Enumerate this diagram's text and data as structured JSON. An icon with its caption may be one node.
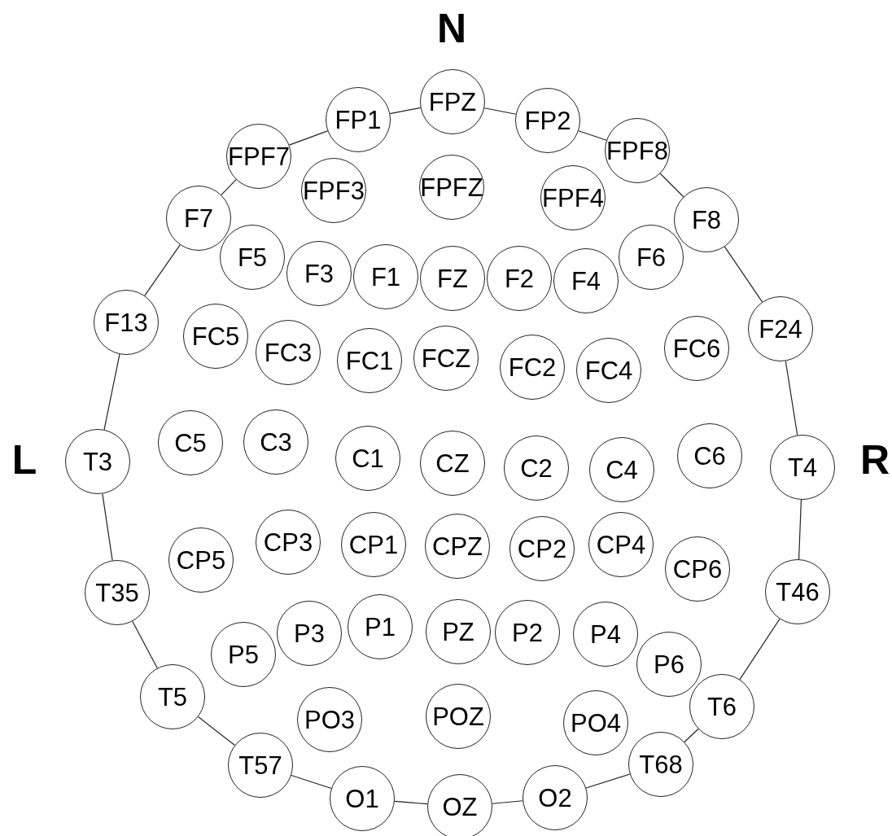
{
  "diagram": {
    "nodes": [
      {
        "text": [
          "FPZ"
        ]
      },
      {
        "text": [
          "FP1"
        ]
      },
      {
        "text": [
          "FP2"
        ]
      },
      {
        "text": [
          "FPF7"
        ]
      },
      {
        "text": [
          "FPF8"
        ]
      },
      {
        "text": [
          "FPF3"
        ]
      },
      {
        "text": [
          "FPFZ"
        ]
      },
      {
        "text": [
          "FPF4"
        ]
      },
      {
        "text": [
          "F7"
        ]
      },
      {
        "text": [
          "F8"
        ]
      },
      {
        "text": [
          "F5"
        ]
      },
      {
        "text": [
          "F3"
        ]
      },
      {
        "text": [
          "F1"
        ]
      },
      {
        "text": [
          "FZ"
        ]
      },
      {
        "text": [
          "F2"
        ]
      },
      {
        "text": [
          "F4"
        ]
      },
      {
        "text": [
          "F6"
        ]
      },
      {
        "text": [
          "F13"
        ]
      },
      {
        "text": [
          "F24"
        ]
      },
      {
        "text": [
          "FC5"
        ]
      },
      {
        "text": [
          "FC3"
        ]
      },
      {
        "text": [
          "FC1"
        ]
      },
      {
        "text": [
          "FCZ"
        ]
      },
      {
        "text": [
          "FC2"
        ]
      },
      {
        "text": [
          "FC4"
        ]
      },
      {
        "text": [
          "FC6"
        ]
      },
      {
        "text": [
          "T3"
        ]
      },
      {
        "text": [
          "C5"
        ]
      },
      {
        "text": [
          "C3"
        ]
      },
      {
        "text": [
          "C1"
        ]
      },
      {
        "text": [
          "CZ"
        ]
      },
      {
        "text": [
          "C2"
        ]
      },
      {
        "text": [
          "C4"
        ]
      },
      {
        "text": [
          "C6"
        ]
      },
      {
        "text": [
          "T4"
        ]
      },
      {
        "text": [
          "CP5"
        ]
      },
      {
        "text": [
          "CP3"
        ]
      },
      {
        "text": [
          "CP1"
        ]
      },
      {
        "text": [
          "CPZ"
        ]
      },
      {
        "text": [
          "CP2"
        ]
      },
      {
        "text": [
          "CP4"
        ]
      },
      {
        "text": [
          "CP6"
        ]
      },
      {
        "text": [
          "T35"
        ]
      },
      {
        "text": [
          "T46"
        ]
      },
      {
        "text": [
          "P5"
        ]
      },
      {
        "text": [
          "P3"
        ]
      },
      {
        "text": [
          "P1"
        ]
      },
      {
        "text": [
          "PZ"
        ]
      },
      {
        "text": [
          "P2"
        ]
      },
      {
        "text": [
          "P4"
        ]
      },
      {
        "text": [
          "P6"
        ]
      },
      {
        "text": [
          "T5"
        ]
      },
      {
        "text": [
          "PO3"
        ]
      },
      {
        "text": [
          "POZ"
        ]
      },
      {
        "text": [
          "PO4"
        ]
      },
      {
        "text": [
          "T6"
        ]
      },
      {
        "text": [
          "T57"
        ]
      },
      {
        "text": [
          "T68"
        ]
      },
      {
        "text": [
          "O1"
        ]
      },
      {
        "text": [
          "OZ"
        ]
      },
      {
        "text": [
          "O2"
        ]
      }
    ],
    "edges": [
      {
        "from": 0,
        "to": 2,
        "arrow": "none"
      },
      {
        "from": 2,
        "to": 4,
        "arrow": "none"
      },
      {
        "from": 4,
        "to": 9,
        "arrow": "none"
      },
      {
        "from": 9,
        "to": 18,
        "arrow": "none"
      },
      {
        "from": 18,
        "to": 34,
        "arrow": "none"
      },
      {
        "from": 34,
        "to": 43,
        "arrow": "none"
      },
      {
        "from": 43,
        "to": 55,
        "arrow": "none"
      },
      {
        "from": 55,
        "to": 57,
        "arrow": "none"
      },
      {
        "from": 57,
        "to": 60,
        "arrow": "none"
      },
      {
        "from": 60,
        "to": 59,
        "arrow": "none"
      },
      {
        "from": 59,
        "to": 58,
        "arrow": "none"
      },
      {
        "from": 58,
        "to": 56,
        "arrow": "none"
      },
      {
        "from": 56,
        "to": 51,
        "arrow": "none"
      },
      {
        "from": 51,
        "to": 42,
        "arrow": "none"
      },
      {
        "from": 42,
        "to": 26,
        "arrow": "none"
      },
      {
        "from": 26,
        "to": 17,
        "arrow": "none"
      },
      {
        "from": 17,
        "to": 8,
        "arrow": "none"
      },
      {
        "from": 8,
        "to": 3,
        "arrow": "none"
      },
      {
        "from": 3,
        "to": 1,
        "arrow": "none"
      },
      {
        "from": 1,
        "to": 0,
        "arrow": "none"
      }
    ],
    "labels": [
      "N",
      "L",
      "R"
    ]
  }
}
